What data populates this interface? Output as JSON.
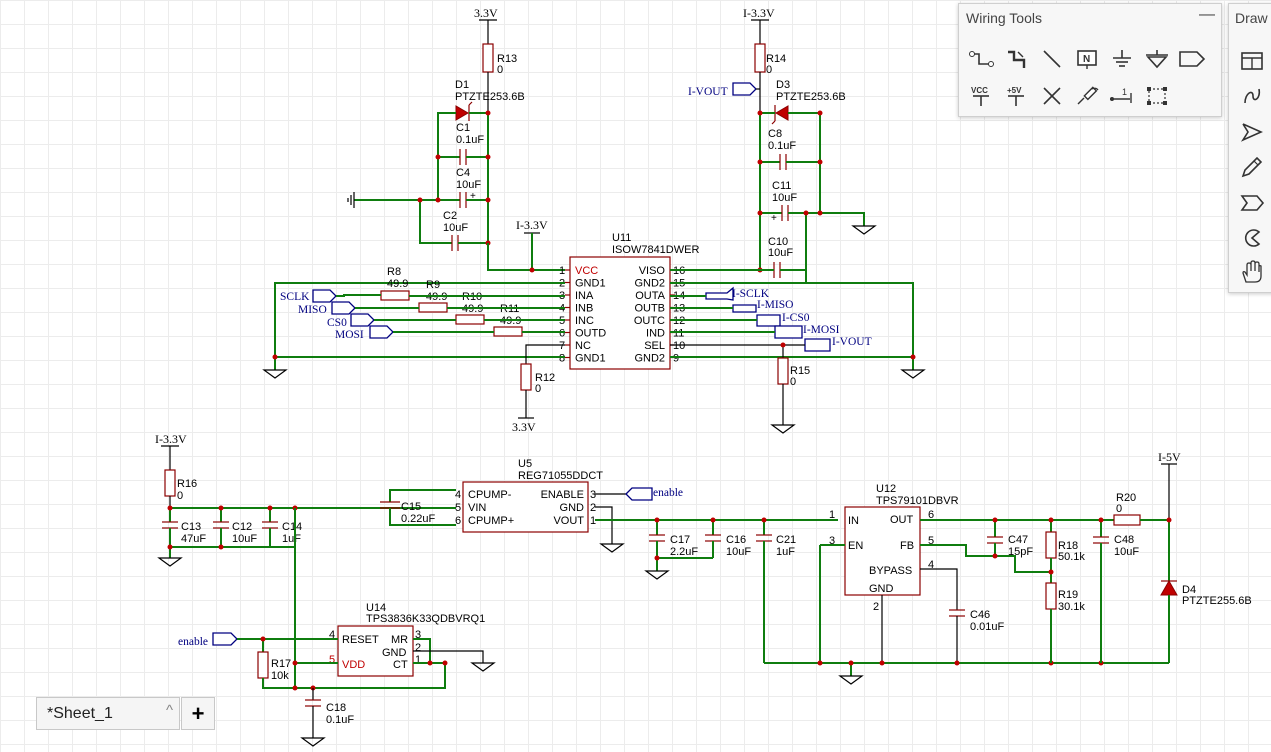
{
  "sheet": {
    "tab_label": "*Sheet_1",
    "tab_caret": "^",
    "add_label": "+"
  },
  "wiring_panel": {
    "title": "Wiring Tools",
    "minimize": "—",
    "tools": [
      "wire-icon",
      "bus-icon",
      "line-icon",
      "net-label-icon",
      "ground-icon",
      "net-port-icon",
      "net-flag-icon",
      "vcc-icon",
      "plus5v-icon",
      "no-connect-icon",
      "probe-icon",
      "pin-icon",
      "bbox-icon"
    ],
    "vcc_text": "VCC",
    "plus5_text": "+5V",
    "netlabel_text": "N"
  },
  "draw_panel": {
    "title": "Draw",
    "tools": [
      "table-icon",
      "curve-icon",
      "arrow-icon",
      "pencil-icon",
      "polygon-icon",
      "arc-icon",
      "pan-icon"
    ]
  },
  "schematic": {
    "pwr": {
      "p33_top": "3.3V",
      "i33_top": "I-3.3V",
      "i33_mid": "I-3.3V",
      "p33_bot": "3.3V",
      "i33_left": "I-3.3V",
      "i5": "I-5V"
    },
    "parts": {
      "R13": "R13",
      "R13v": "0",
      "R14": "R14",
      "R14v": "0",
      "D1": "D1",
      "D1v": "PTZTE253.6B",
      "D3": "D3",
      "D3v": "PTZTE253.6B",
      "C1": "C1",
      "C1v": "0.1uF",
      "C4": "C4",
      "C4v": "10uF",
      "C2": "C2",
      "C2v": "10uF",
      "C8": "C8",
      "C8v": "0.1uF",
      "C11": "C11",
      "C11v": "10uF",
      "C10": "C10",
      "C10v": "10uF",
      "R8": "R8",
      "R8v": "49.9",
      "R9": "R9",
      "R9v": "49.9",
      "R10": "R10",
      "R10v": "49.9",
      "R11": "R11",
      "R11v": "49.9",
      "R12": "R12",
      "R12v": "0",
      "R15": "R15",
      "R15v": "0",
      "U11": "U11",
      "U11v": "ISOW7841DWER",
      "R16": "R16",
      "R16v": "0",
      "C13": "C13",
      "C13v": "47uF",
      "C12": "C12",
      "C12v": "10uF",
      "C14": "C14",
      "C14v": "1uF",
      "C15": "C15",
      "C15v": "0.22uF",
      "U5": "U5",
      "U5v": "REG71055DDCT",
      "C17": "C17",
      "C17v": "2.2uF",
      "C16": "C16",
      "C16v": "10uF",
      "C21": "C21",
      "C21v": "1uF",
      "U12": "U12",
      "U12v": "TPS79101DBVR",
      "C47": "C47",
      "C47v": "15pF",
      "R18": "R18",
      "R18v": "50.1k",
      "C48": "C48",
      "C48v": "10uF",
      "R19": "R19",
      "R19v": "30.1k",
      "C46": "C46",
      "C46v": "0.01uF",
      "R20": "R20",
      "R20v": "0",
      "D4": "D4",
      "D4v": "PTZTE255.6B",
      "U14": "U14",
      "U14v": "TPS3836K33QDBVRQ1",
      "R17": "R17",
      "R17v": "10k",
      "C18": "C18",
      "C18v": "0.1uF"
    },
    "u11": {
      "left_pins": [
        {
          "num": "1",
          "name": "VCC"
        },
        {
          "num": "2",
          "name": "GND1"
        },
        {
          "num": "3",
          "name": "INA"
        },
        {
          "num": "4",
          "name": "INB"
        },
        {
          "num": "5",
          "name": "INC"
        },
        {
          "num": "6",
          "name": "OUTD"
        },
        {
          "num": "7",
          "name": "NC"
        },
        {
          "num": "8",
          "name": "GND1"
        }
      ],
      "right_pins": [
        {
          "num": "16",
          "name": "VISO"
        },
        {
          "num": "15",
          "name": "GND2"
        },
        {
          "num": "14",
          "name": "OUTA"
        },
        {
          "num": "13",
          "name": "OUTB"
        },
        {
          "num": "12",
          "name": "OUTC"
        },
        {
          "num": "11",
          "name": "IND"
        },
        {
          "num": "10",
          "name": "SEL"
        },
        {
          "num": "9",
          "name": "GND2"
        }
      ]
    },
    "u5": {
      "left_pins": [
        {
          "num": "4",
          "name": "CPUMP-"
        },
        {
          "num": "5",
          "name": "VIN"
        },
        {
          "num": "6",
          "name": "CPUMP+"
        }
      ],
      "right_pins": [
        {
          "num": "3",
          "name": "ENABLE"
        },
        {
          "num": "2",
          "name": "GND"
        },
        {
          "num": "1",
          "name": "VOUT"
        }
      ]
    },
    "u12": {
      "pins": {
        "in_num": "1",
        "in": "IN",
        "en_num": "3",
        "en": "EN",
        "out_num": "6",
        "out": "OUT",
        "fb_num": "5",
        "fb": "FB",
        "byp_num": "4",
        "byp": "BYPASS",
        "gnd": "GND",
        "gnd_num": "2"
      }
    },
    "u14": {
      "pins": {
        "reset_num": "4",
        "reset": "RESET",
        "vdd_num": "5",
        "vdd": "VDD",
        "mr": "MR",
        "mr_num": "3",
        "gnd": "GND",
        "gnd_num": "2",
        "ct": "CT",
        "ct_num": "1"
      }
    },
    "nets": {
      "sclk": "SCLK",
      "miso": "MISO",
      "cs0": "CS0",
      "mosi": "MOSI",
      "isclk": "I-SCLK",
      "imiso": "I-MISO",
      "ics0": "I-CS0",
      "imosi": "I-MOSI",
      "ivout1": "I-VOUT",
      "ivout2": "I-VOUT",
      "enable1": "enable",
      "enable2": "enable"
    }
  }
}
